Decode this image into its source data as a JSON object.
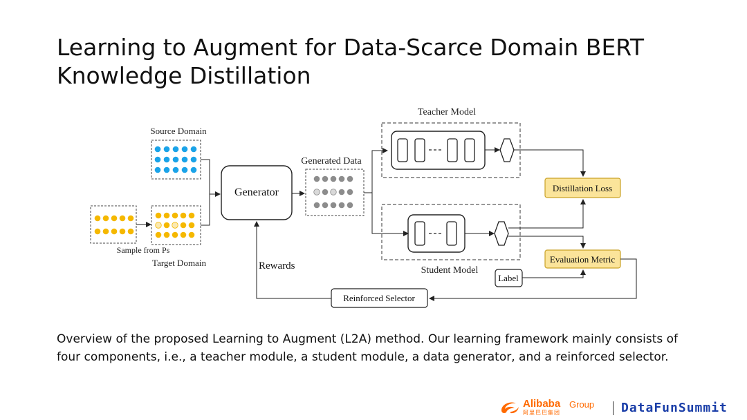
{
  "slide": {
    "title_line1": "Learning to Augment for Data-Scarce Domain BERT",
    "title_line2": "Knowledge Distillation",
    "caption": "Overview of the proposed Learning to Augment (L2A) method. Our learning framework mainly consists of four components, i.e., a teacher module, a student module, a data generator, and a reinforced selector."
  },
  "diagram": {
    "source_domain": "Source Domain",
    "sample_from_ps": "Sample from Ps",
    "target_domain": "Target Domain",
    "generator": "Generator",
    "generated_data": "Generated Data",
    "teacher_model": "Teacher Model",
    "student_model": "Student Model",
    "distillation_loss": "Distillation Loss",
    "evaluation_metric": "Evaluation  Metric",
    "label": "Label",
    "rewards": "Rewards",
    "reinforced_selector": "Reinforced Selector",
    "colors": {
      "source_dot": "#1aa3e8",
      "target_dot": "#f5b800",
      "target_dot_light": "#fbe9b0",
      "generated_dot": "#8c8c8c",
      "generated_dot_light": "#d9d9d9",
      "loss_box_fill": "#fbe49a",
      "loss_box_stroke": "#c9a227"
    }
  },
  "footer": {
    "alibaba": "Alibaba",
    "group": "Group",
    "alibaba_cn": "阿里巴巴集团",
    "datafun": "DataFunSummit"
  }
}
